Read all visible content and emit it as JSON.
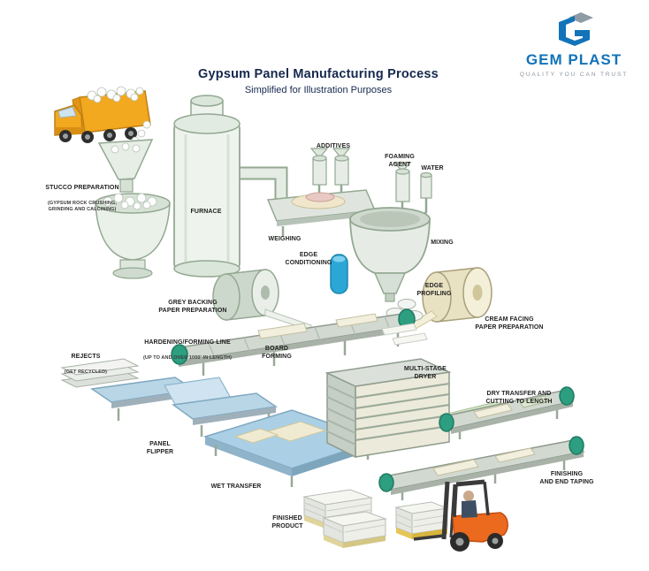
{
  "header": {
    "title": "Gypsum Panel Manufacturing Process",
    "subtitle": "Simplified for Illustration Purposes"
  },
  "logo": {
    "brand": "GEM PLAST",
    "tagline": "QUALITY YOU CAN TRUST"
  },
  "stages": {
    "stucco": {
      "label": "STUCCO PREPARATION",
      "sub": "(GYPSUM ROCK CRUSHING,\nGRINDING AND CALCINING)"
    },
    "furnace": {
      "label": "FURNACE"
    },
    "weighing": {
      "label": "WEIGHING"
    },
    "additives": {
      "label": "ADDITIVES"
    },
    "foaming_agent": {
      "label": "FOAMING\nAGENT"
    },
    "water": {
      "label": "WATER"
    },
    "mixing": {
      "label": "MIXING"
    },
    "edge_conditioning": {
      "label": "EDGE\nCONDITIONING"
    },
    "edge_profiling": {
      "label": "EDGE\nPROFILING"
    },
    "grey_backing": {
      "label": "GREY BACKING\nPAPER PREPARATION"
    },
    "cream_facing": {
      "label": "CREAM FACING\nPAPER PREPARATION"
    },
    "forming_line": {
      "label": "HARDENING/FORMING LINE",
      "sub": "(UP TO AND OVER 1000' IN LENGTH)"
    },
    "board_forming": {
      "label": "BOARD\nFORMING"
    },
    "rejects": {
      "label": "REJECTS",
      "sub": "(GET RECYCLED)"
    },
    "multi_stage_dryer": {
      "label": "MULTI-STAGE\nDRYER"
    },
    "dry_transfer": {
      "label": "DRY TRANSFER AND\nCUTTING TO LENGTH"
    },
    "panel_flipper": {
      "label": "PANEL\nFLIPPER"
    },
    "wet_transfer": {
      "label": "WET TRANSFER"
    },
    "finishing": {
      "label": "FINISHING\nAND END TAPING"
    },
    "finished_product": {
      "label": "FINISHED\nPRODUCT"
    }
  },
  "colors": {
    "title_navy": "#16294e",
    "brand_blue": "#1273b8",
    "tagline_gray": "#8b949c",
    "machine_green": "#e9f1e8",
    "truck_orange": "#f2a81f",
    "forklift_orange": "#ec6a1e",
    "roller_teal": "#2d9e80",
    "wet_blue": "#abd0e5",
    "cream_board": "#f2efdf"
  }
}
